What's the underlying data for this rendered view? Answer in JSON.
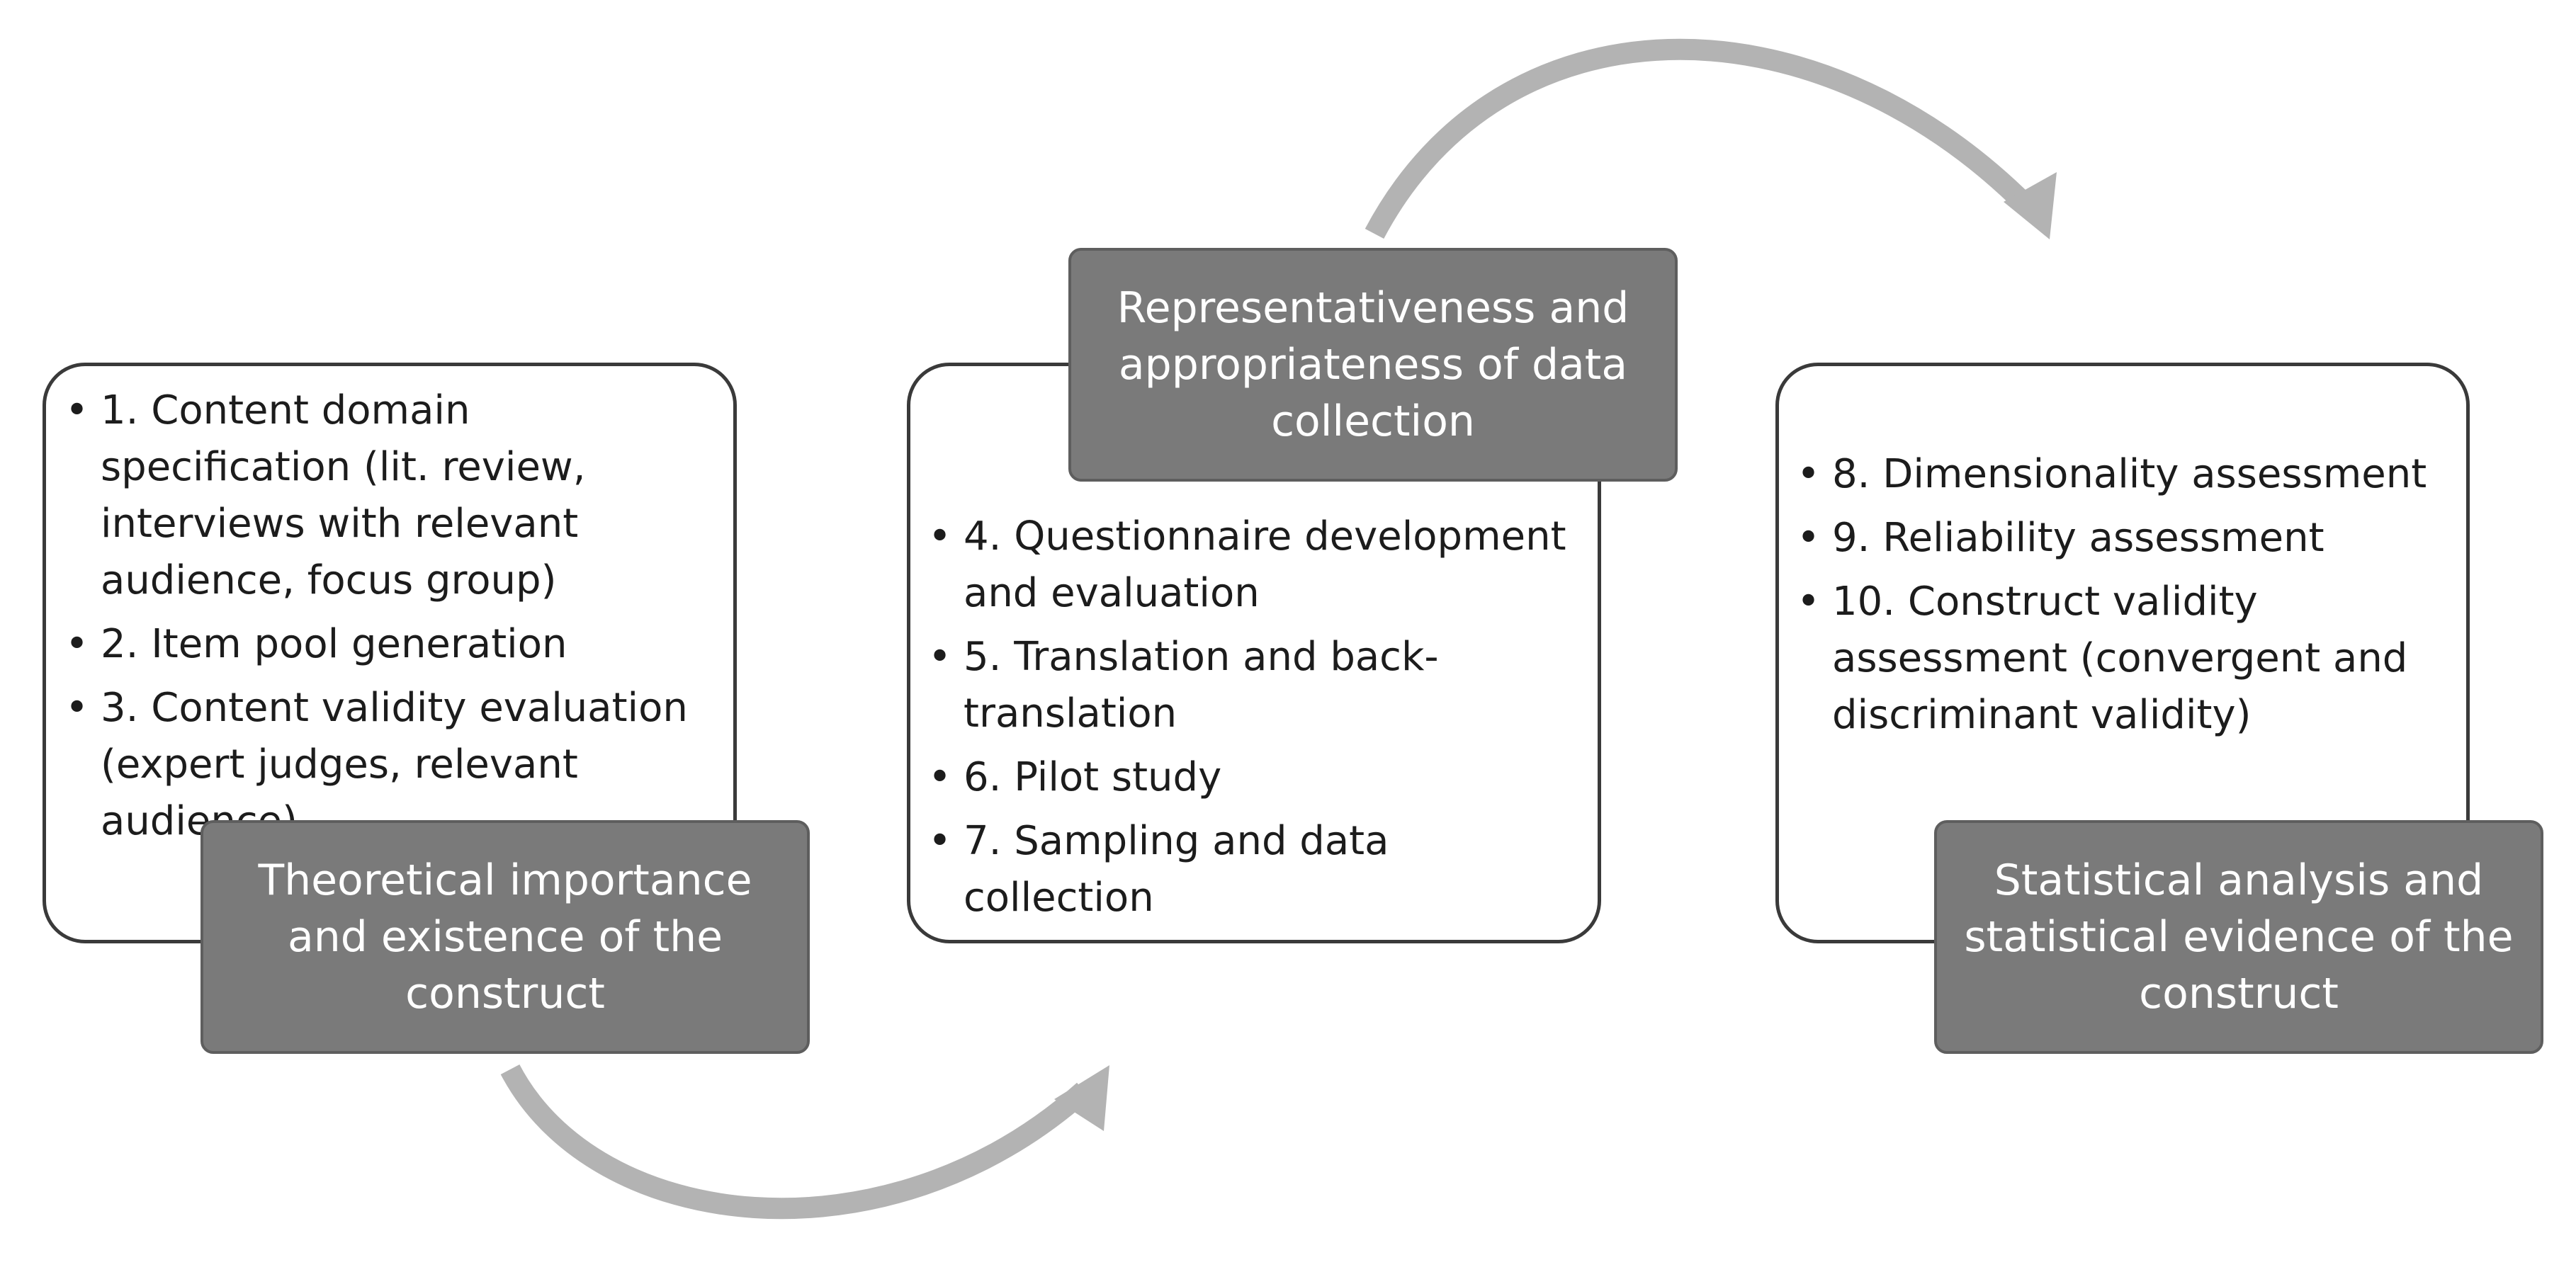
{
  "colors": {
    "card_border": "#3a3a3a",
    "badge_fill": "#7a7a7a",
    "badge_text": "#ffffff",
    "arrow": "#b3b3b3",
    "body_text": "#1c1c1c"
  },
  "stages": [
    {
      "title": "Theoretical importance and existence of the construct",
      "items": [
        "1. Content domain specification (lit. review, interviews with relevant audience, focus group)",
        "2. Item pool generation",
        "3. Content validity evaluation (expert judges, relevant audience)"
      ]
    },
    {
      "title": "Representativeness and appropriateness of data collection",
      "items": [
        "4. Questionnaire development and evaluation",
        "5. Translation and back-translation",
        "6. Pilot study",
        "7. Sampling and data collection"
      ]
    },
    {
      "title": "Statistical analysis and statistical evidence of the construct",
      "items": [
        "8. Dimensionality assessment",
        "9. Reliability assessment",
        "10. Construct validity assessment (convergent and discriminant validity)"
      ]
    }
  ]
}
